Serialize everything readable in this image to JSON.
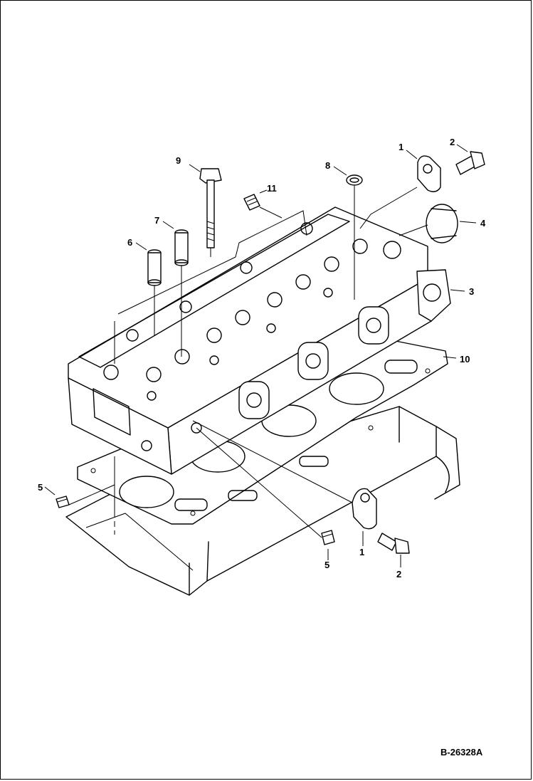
{
  "figure": {
    "id": "B-26328A",
    "callouts": [
      {
        "key": "c1a",
        "label": "1"
      },
      {
        "key": "c2a",
        "label": "2"
      },
      {
        "key": "c3",
        "label": "3"
      },
      {
        "key": "c4",
        "label": "4"
      },
      {
        "key": "c5a",
        "label": "5"
      },
      {
        "key": "c5b",
        "label": "5"
      },
      {
        "key": "c6",
        "label": "6"
      },
      {
        "key": "c7",
        "label": "7"
      },
      {
        "key": "c8",
        "label": "8"
      },
      {
        "key": "c9",
        "label": "9"
      },
      {
        "key": "c10",
        "label": "10"
      },
      {
        "key": "c11",
        "label": "11"
      },
      {
        "key": "c1b",
        "label": "1"
      },
      {
        "key": "c2b",
        "label": "2"
      }
    ]
  }
}
